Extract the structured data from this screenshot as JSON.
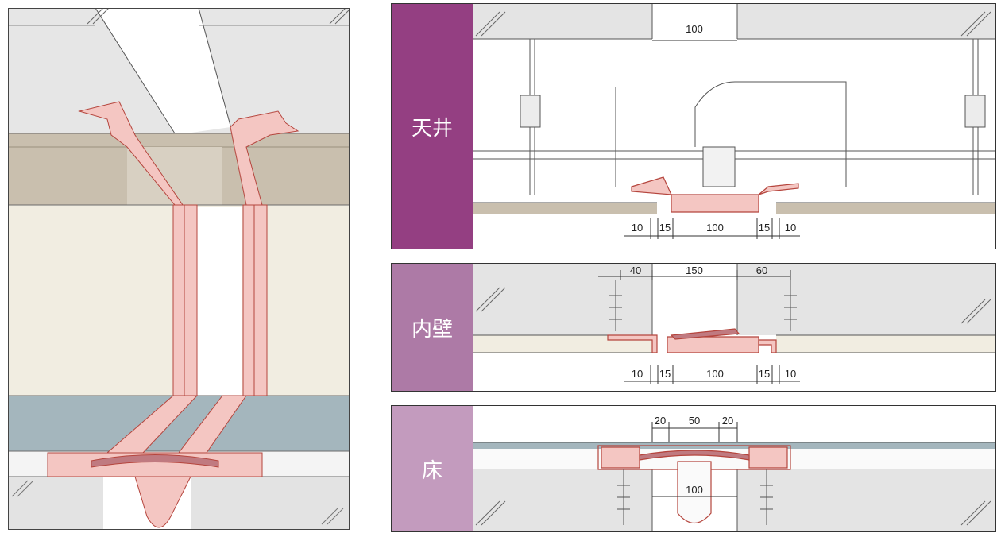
{
  "colors": {
    "ceiling_tab": "#943f82",
    "wall_tab": "#ad7aa6",
    "floor_tab": "#c39bbe",
    "concrete": "#e4e4e4",
    "board": "#c9bfae",
    "wall_finish": "#f1ede1",
    "floor_finish": "#a4b6bd",
    "joint_cover": "#f4c6c2",
    "joint_outline": "#b5453d"
  },
  "sections": {
    "ceiling": {
      "label": "天井",
      "top_gap": "100",
      "dims": [
        "10",
        "15",
        "100",
        "15",
        "10"
      ]
    },
    "wall": {
      "label": "内壁",
      "top_dims": [
        "40",
        "150",
        "60"
      ],
      "dims": [
        "10",
        "15",
        "100",
        "15",
        "10"
      ]
    },
    "floor": {
      "label": "床",
      "top_dims": [
        "20",
        "50",
        "20"
      ],
      "bottom_dim": "100"
    }
  }
}
